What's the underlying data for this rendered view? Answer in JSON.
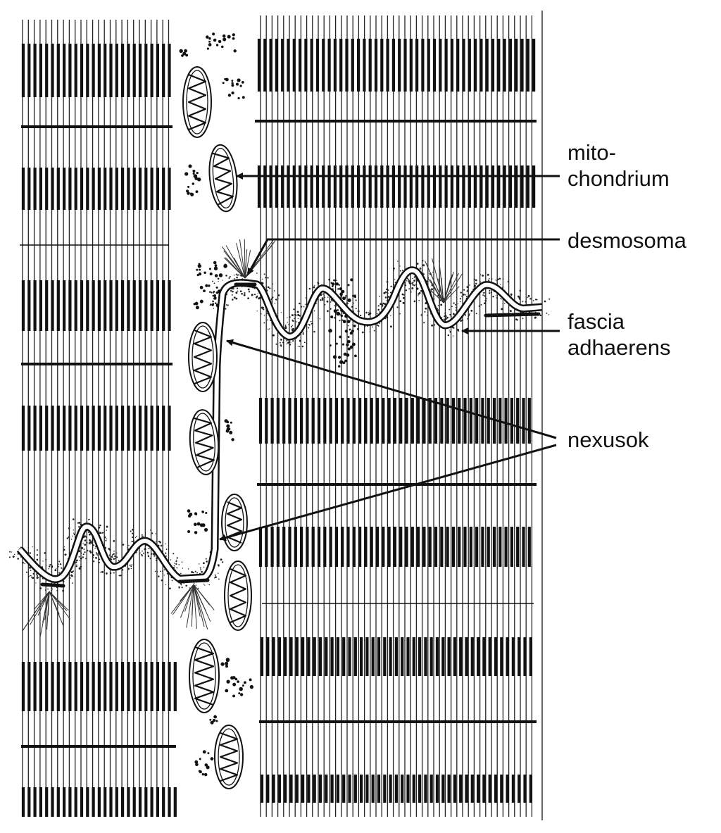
{
  "labels": {
    "mitochondrium_line1": "mito-",
    "mitochondrium_line2": "chondrium",
    "desmosoma": "desmosoma",
    "fascia_line1": "fascia",
    "fascia_line2": "adhaerens",
    "nexusok": "nexusok"
  },
  "colors": {
    "ink": "#111111",
    "background": "#ffffff"
  }
}
